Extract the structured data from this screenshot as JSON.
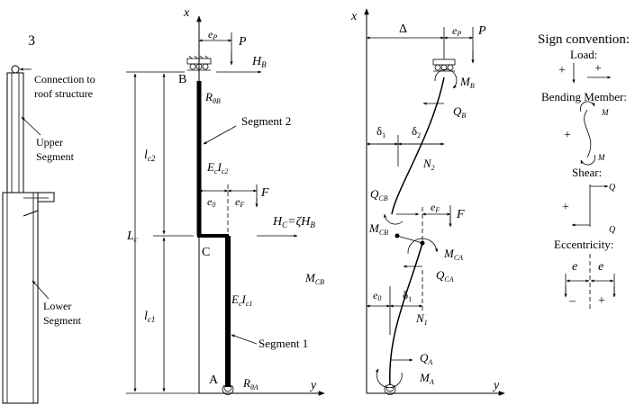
{
  "left": {
    "number": "3",
    "connection_line1": "Connection to",
    "connection_line2": "roof structure",
    "upper_line1": "Upper",
    "upper_line2": "Segment",
    "lower_line1": "Lower",
    "lower_line2": "Segment"
  },
  "middle": {
    "x_axis": "x",
    "y_axis": "y",
    "eP": "e",
    "eP_sub": "P",
    "P": "P",
    "HB": "H",
    "HB_sub": "B",
    "B": "B",
    "RthetaB": "R",
    "RthetaB_sub": "θB",
    "segment2": "Segment 2",
    "lc2": "l",
    "lc2_sub": "c2",
    "Lc": "L",
    "Lc_sub": "c",
    "EcIc2_E": "E",
    "EcIc2_c": "c",
    "EcIc2_I": "I",
    "EcIc2_sub": "c2",
    "e0": "e",
    "e0_sub": "0",
    "eF": "e",
    "eF_sub": "F",
    "F": "F",
    "Hc": "H",
    "Hc_sub": "C",
    "Hc_eq": "=ζH",
    "Hc_eq_sub": "B",
    "C": "C",
    "MCB": "M",
    "MCB_sub": "CB",
    "lc1": "l",
    "lc1_sub": "c1",
    "EcIc1_E": "E",
    "EcIc1_c": "c",
    "EcIc1_I": "I",
    "EcIc1_sub": "c1",
    "segment1": "Segment 1",
    "A": "A",
    "RthetaA": "R",
    "RthetaA_sub": "θA"
  },
  "right": {
    "x_axis": "x",
    "y_axis": "y",
    "delta": "Δ",
    "eP": "e",
    "eP_sub": "P",
    "P": "P",
    "MB": "M",
    "MB_sub": "B",
    "QB": "Q",
    "QB_sub": "B",
    "delta1": "δ",
    "delta1_sub": "1",
    "delta2": "δ",
    "delta2_sub": "2",
    "N2": "N",
    "N2_sub": "2",
    "QCB": "Q",
    "QCB_sub": "CB",
    "eF": "e",
    "eF_sub": "F",
    "F": "F",
    "MCB": "M",
    "MCB_sub": "CB",
    "MCA": "M",
    "MCA_sub": "CA",
    "QCA": "Q",
    "QCA_sub": "CA",
    "e0": "e",
    "e0_sub": "0",
    "delta1b": "δ",
    "delta1b_sub": "1",
    "N1": "N",
    "N1_sub": "1",
    "QA": "Q",
    "QA_sub": "A",
    "MA": "M",
    "MA_sub": "A"
  },
  "sign": {
    "title": "Sign convention:",
    "load": "Load:",
    "plus_load_left": "+",
    "plus_load_right": "+",
    "bending": "Bending Member:",
    "bending_M1": "M",
    "bending_M2": "M",
    "plus_bending": "+",
    "shear": "Shear:",
    "shear_Q1": "Q",
    "shear_Q2": "Q",
    "plus_shear": "+",
    "ecc": "Eccentricity:",
    "ecc_e1": "e",
    "ecc_e2": "e",
    "minus": "–",
    "plus_ecc": "+"
  }
}
